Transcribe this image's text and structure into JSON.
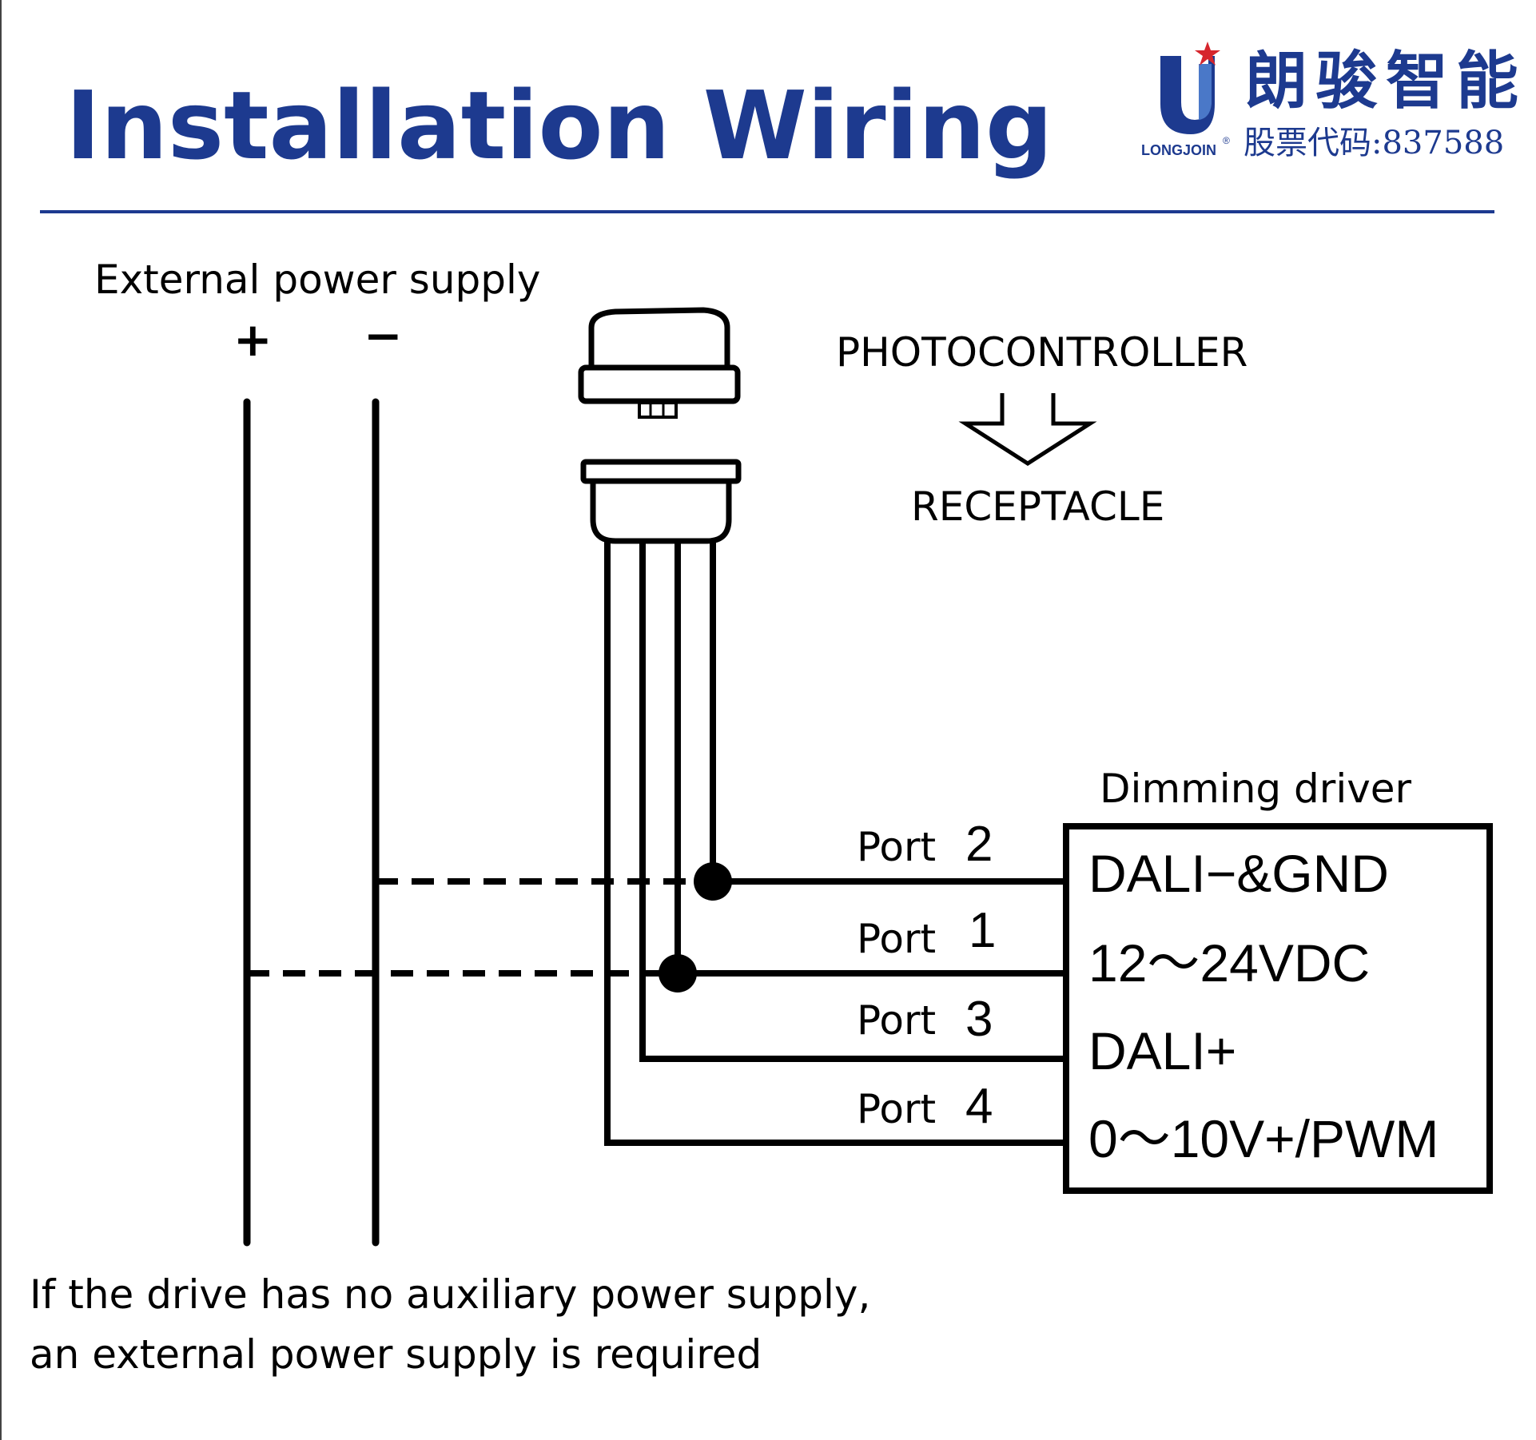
{
  "header": {
    "title": "Installation Wiring",
    "logo_cn": "朗骏智能",
    "logo_en": "LONGJOIN",
    "logo_registered": "®",
    "stock_code": "股票代码:837588"
  },
  "supply": {
    "label": "External power supply",
    "plus": "+",
    "minus": "−"
  },
  "photocontroller": {
    "top_label": "PHOTOCONTROLLER",
    "bottom_label": "RECEPTACLE"
  },
  "driver": {
    "label": "Dimming driver",
    "ports": [
      {
        "label": "Port",
        "number": "2",
        "terminal": "DALI−&GND"
      },
      {
        "label": "Port",
        "number": "1",
        "terminal": "12～24VDC"
      },
      {
        "label": "Port",
        "number": "3",
        "terminal": "DALI+"
      },
      {
        "label": "Port",
        "number": "4",
        "terminal": "0～10V+/PWM"
      }
    ]
  },
  "note": {
    "line1": "If the drive has no auxiliary power supply,",
    "line2": "an external power supply is required"
  },
  "colors": {
    "brand_blue": "#1d3a8f",
    "logo_star": "#d6262d",
    "line": "#000000"
  }
}
